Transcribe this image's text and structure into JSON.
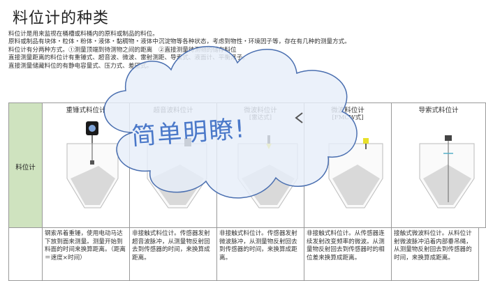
{
  "title": "料位计的种类",
  "intro": [
    "料位计是用来监视在桶槽或料桶内的原料或制品的料位。",
    "原料或制品有块体・粒体・粉体・液体・黏稠物・液体中沉淀物等各种状态，考虑到物性・环境因子等，存在有几种的测量方式。",
    "料位计有分两种方式。①测量顶端到待测物之间的距离　②直接测量待测物的储存料位",
    "直接测量距离的料位计有重锤式、超音波、微波、雷射测距、导索式、液面计、平衡浮子。",
    "直接测量储藏料位的有静电容量式、压力式、差压式。"
  ],
  "table": {
    "row_label": "料位计",
    "columns": [
      {
        "title": "重锤式料位计",
        "subtitle": "",
        "desc": "钢索吊着重锤，使用电动马达下放到面来测量。测量开始到料面的时间来换算距离。（距离＝速度×时间）"
      },
      {
        "title": "超音波料位计",
        "subtitle": "",
        "desc": "非接触式料位计。传感器发射超音波脉冲，从测量物反射回去到传感器的时间，来换算成距离。"
      },
      {
        "title": "微波料位计",
        "subtitle": "[雷达式]",
        "desc": "非接触式料位计。传感器发射微波脉冲，从测量物反射回去到传感器的时间，来换算成距离。"
      },
      {
        "title": "微波料位计",
        "subtitle": "[FMCW式]",
        "desc": "非接触式料位计。从传感器连续发射改变频率的微波。从测量物反射回去到传感器时的相位差来换算成距离。"
      },
      {
        "title": "导索式料位计",
        "subtitle": "",
        "desc": "接触式微波料位计。从料位计射微波脉冲沿着内部垂吊绳，从测量物反射回去到传感器的时间，来换算成距离。"
      }
    ]
  },
  "overlay": {
    "slogan": "简单明瞭!"
  },
  "colors": {
    "row_header_bg": "#cfe3bf",
    "slogan": "#4a78c9",
    "cloud_fill": "#e6eef9",
    "cloud_stroke": "#4a6fb0"
  }
}
